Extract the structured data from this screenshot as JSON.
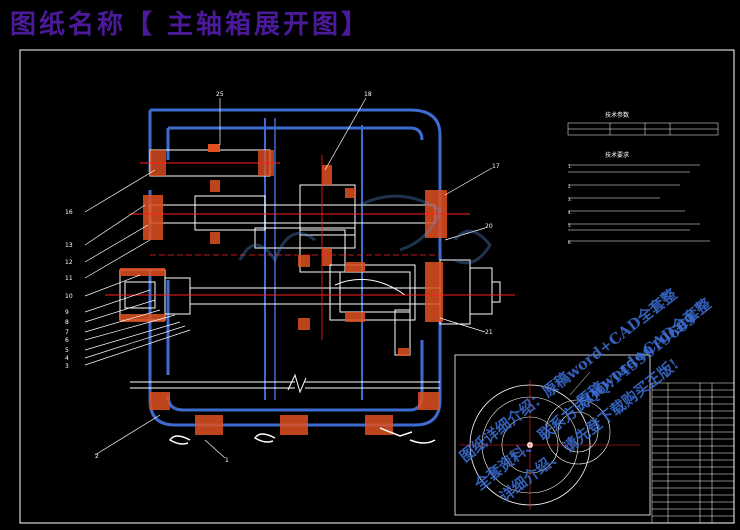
{
  "title": "图纸名称【 主轴箱展开图】",
  "labels": {
    "top1": "25",
    "top2": "18",
    "right1": "17",
    "right2": "20",
    "right3": "21",
    "left": [
      "16",
      "13",
      "12",
      "11",
      "10",
      "9",
      "8",
      "7",
      "6",
      "5",
      "4",
      "3"
    ],
    "bottom1": "2",
    "bottom2": "1"
  },
  "tech": {
    "table_title": "技术参数",
    "req_title": "技术要求",
    "items": [
      "1.",
      "2.",
      "3.",
      "4.",
      "5.",
      "6."
    ]
  },
  "watermark": [
    "图纸详细介绍：原稿word+CAD全套整",
    "全套资料、 联系方式QQ:1459919609",
    "详细介绍、 请先登下载购买正版!",
    "原稿word+CAD全套整"
  ],
  "colors": {
    "title": "#4b1a9a",
    "outline": "#3e6bd0",
    "part": "#ffffff",
    "center": "#ff2020",
    "hatch": "#e05020",
    "bearing": "#c07030"
  }
}
